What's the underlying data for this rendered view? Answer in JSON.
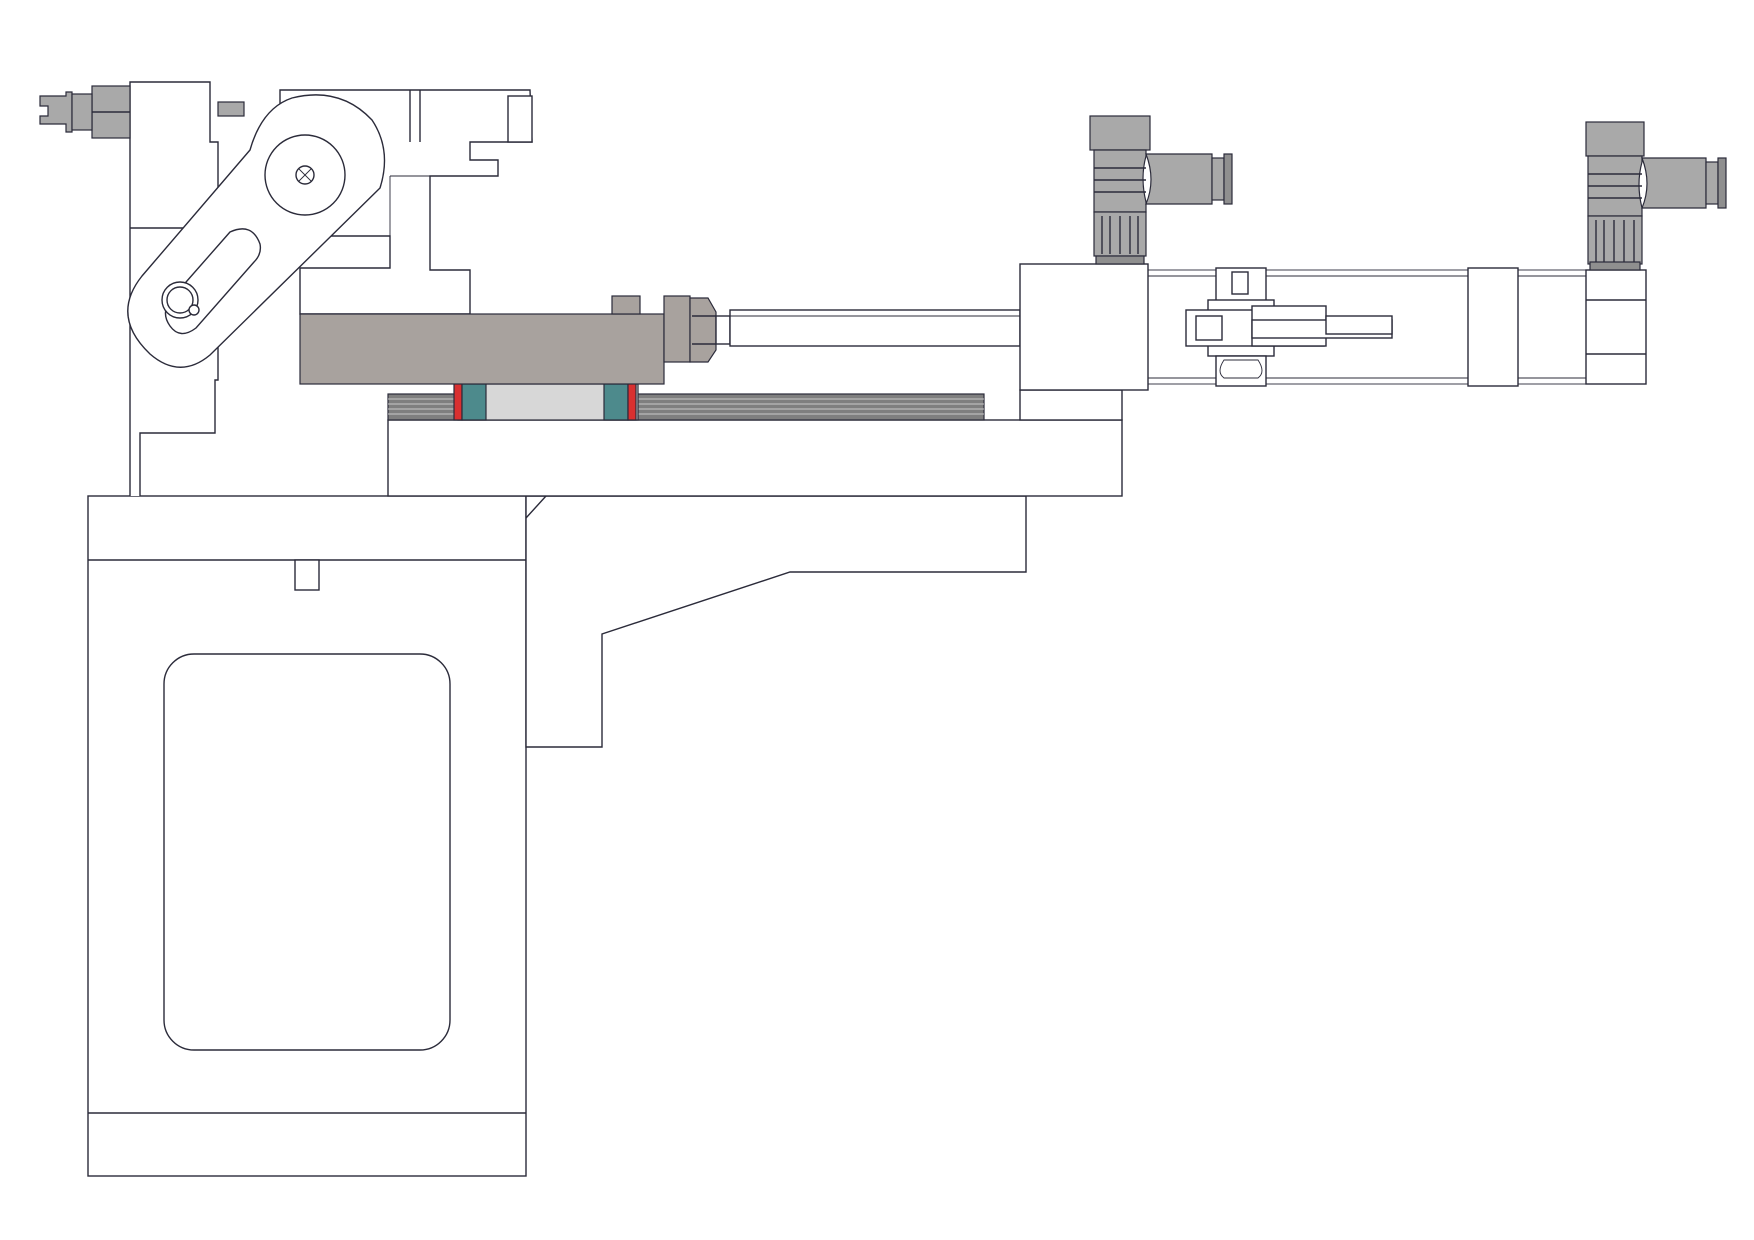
{
  "drawing": {
    "view": "side-elevation",
    "style": "line-drawing",
    "background_color": "#ffffff",
    "line_color": "#2b2b3a",
    "part_colors": {
      "slide_block": "#a8a29e",
      "fitting": "#a9a9a9",
      "fitting_dark": "#8f8f8f",
      "linear_rail": "#7f7f7f",
      "bearing_block": "#4d8a8c",
      "seal": "#d93030",
      "carriage": "#d7d7d7",
      "cylinder_body": "#ffffff"
    },
    "components": [
      "base-stand",
      "upper-plate",
      "support-bracket",
      "clamp-mechanism",
      "slotted-link-arm",
      "slide-block",
      "linear-rail",
      "bearing-carriage",
      "pneumatic-cylinder",
      "piston-rod",
      "air-fitting-left",
      "air-fitting-right",
      "magnetic-sensor"
    ]
  }
}
